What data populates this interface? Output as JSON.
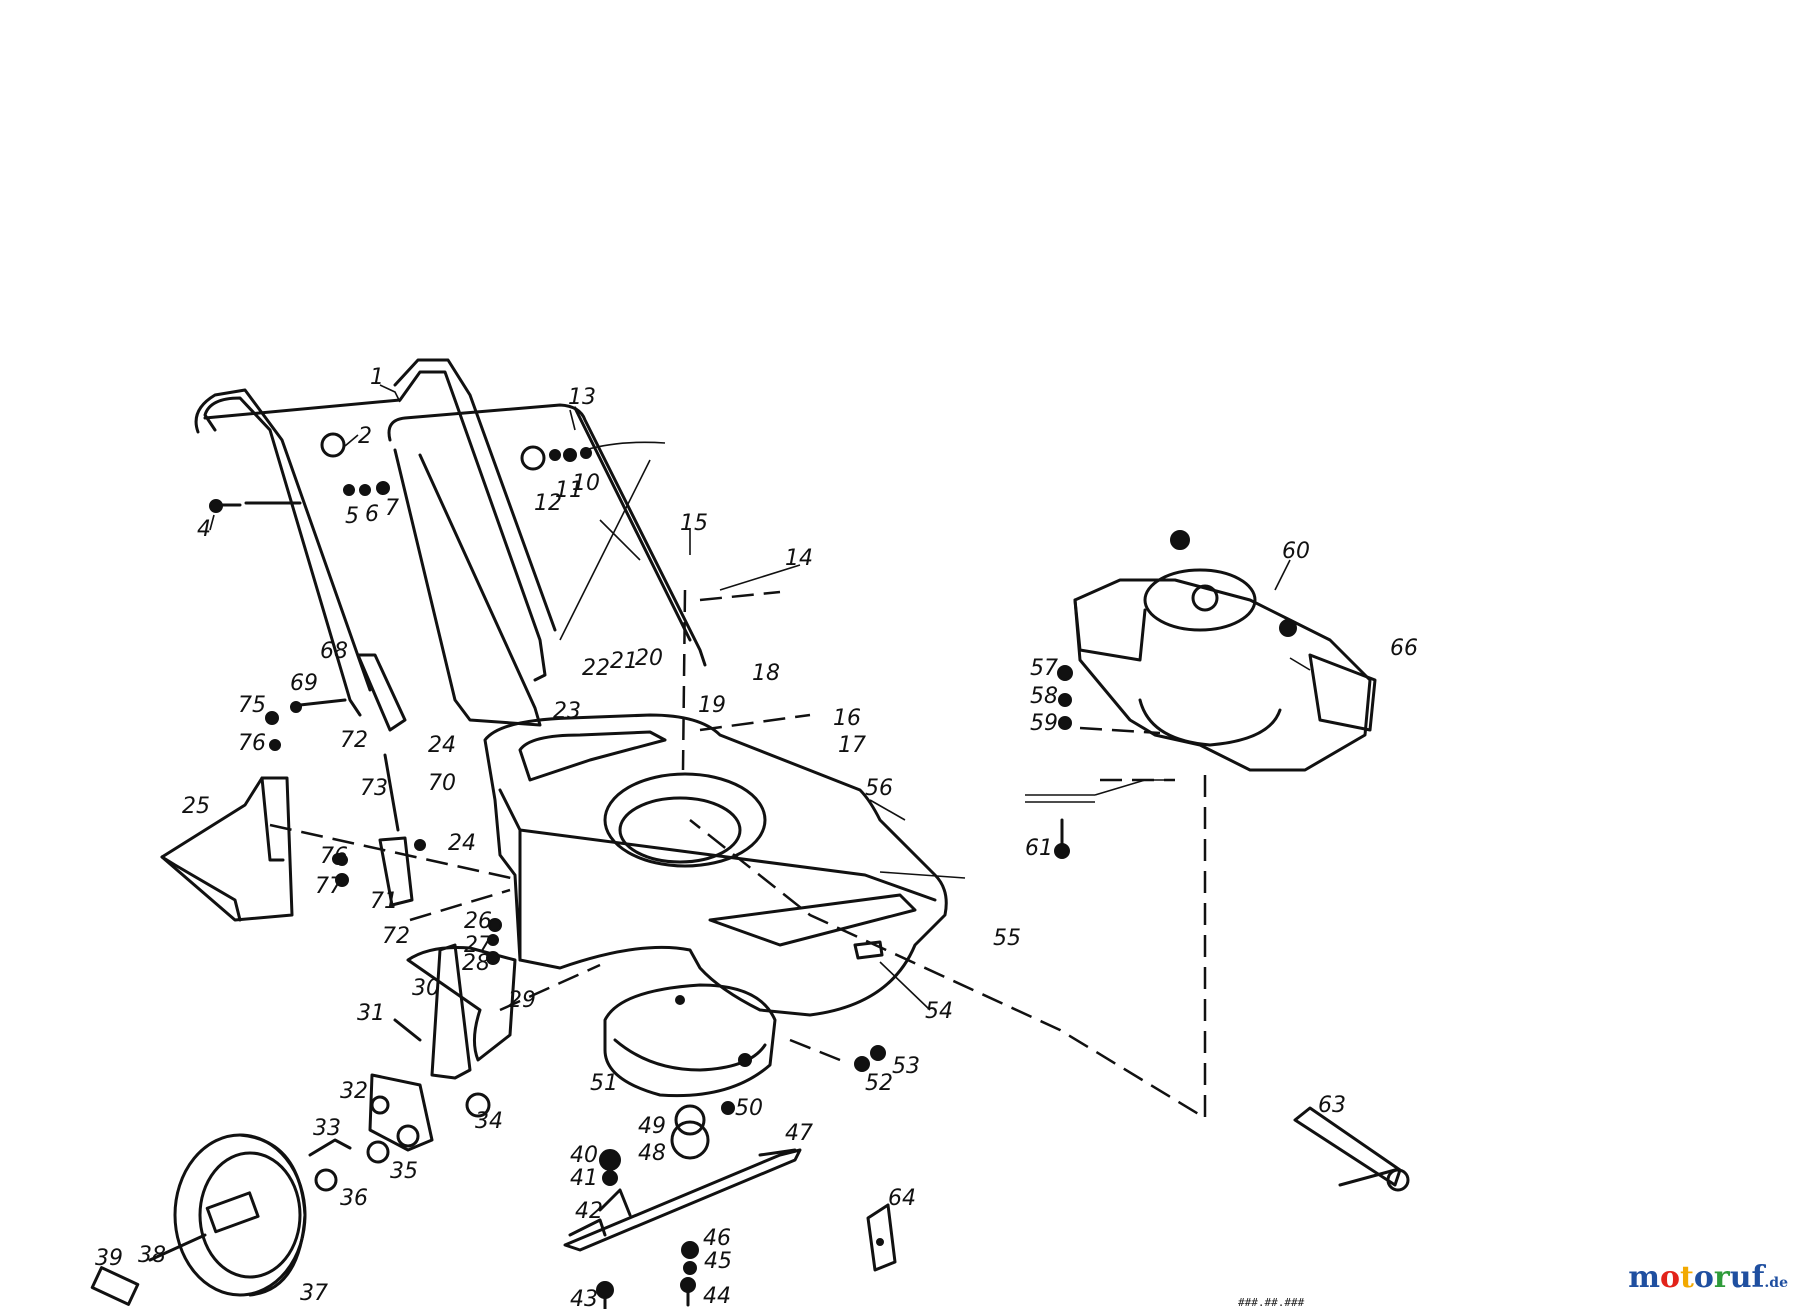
{
  "part_numbers": [
    "1",
    "2",
    "4",
    "5",
    "6",
    "7",
    "10",
    "11",
    "12",
    "13",
    "14",
    "15",
    "16",
    "17",
    "18",
    "19",
    "20",
    "21",
    "22",
    "23",
    "24",
    "24",
    "25",
    "26",
    "27",
    "28",
    "29",
    "30",
    "31",
    "32",
    "33",
    "34",
    "35",
    "36",
    "37",
    "38",
    "39",
    "40",
    "41",
    "42",
    "43",
    "44",
    "45",
    "46",
    "47",
    "48",
    "49",
    "50",
    "51",
    "52",
    "53",
    "54",
    "55",
    "56",
    "57",
    "58",
    "59",
    "60",
    "61",
    "63",
    "64",
    "66",
    "68",
    "69",
    "70",
    "71",
    "72",
    "72",
    "73",
    "75",
    "76",
    "76",
    "77"
  ],
  "brand": {
    "letters": [
      "m",
      "o",
      "t",
      "o",
      "r",
      "u",
      "f"
    ],
    "letter_colors": [
      "#1f4fa0",
      "#e2231a",
      "#f2a900",
      "#1f4fa0",
      "#2e9b3a",
      "#1f4fa0",
      "#1f4fa0"
    ],
    "suffix": ".de"
  },
  "doc_code": "###.##.###"
}
